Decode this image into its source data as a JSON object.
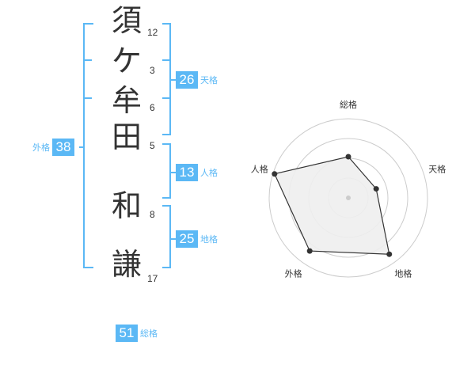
{
  "name": {
    "chars": [
      {
        "char": "須",
        "strokes": "12"
      },
      {
        "char": "ケ",
        "strokes": "3"
      },
      {
        "char": "牟",
        "strokes": "6"
      },
      {
        "char": "田",
        "strokes": "5"
      },
      {
        "char": "和",
        "strokes": "8"
      },
      {
        "char": "謙",
        "strokes": "17"
      }
    ]
  },
  "fortunes": {
    "tenkaku": {
      "value": "26",
      "label": "天格"
    },
    "jinkaku": {
      "value": "13",
      "label": "人格"
    },
    "chikaku": {
      "value": "25",
      "label": "地格"
    },
    "gaikaku": {
      "value": "38",
      "label": "外格"
    },
    "soukaku": {
      "value": "51",
      "label": "総格"
    }
  },
  "colors": {
    "accent": "#5bb8f5",
    "text": "#333333",
    "grid": "#cccccc",
    "fill": "#eeeeee"
  },
  "chart_data": {
    "type": "radar",
    "axes": [
      "総格",
      "天格",
      "地格",
      "外格",
      "人格"
    ],
    "values": [
      0.52,
      0.37,
      0.88,
      0.83,
      0.98
    ],
    "rings": 4,
    "grid": true
  }
}
